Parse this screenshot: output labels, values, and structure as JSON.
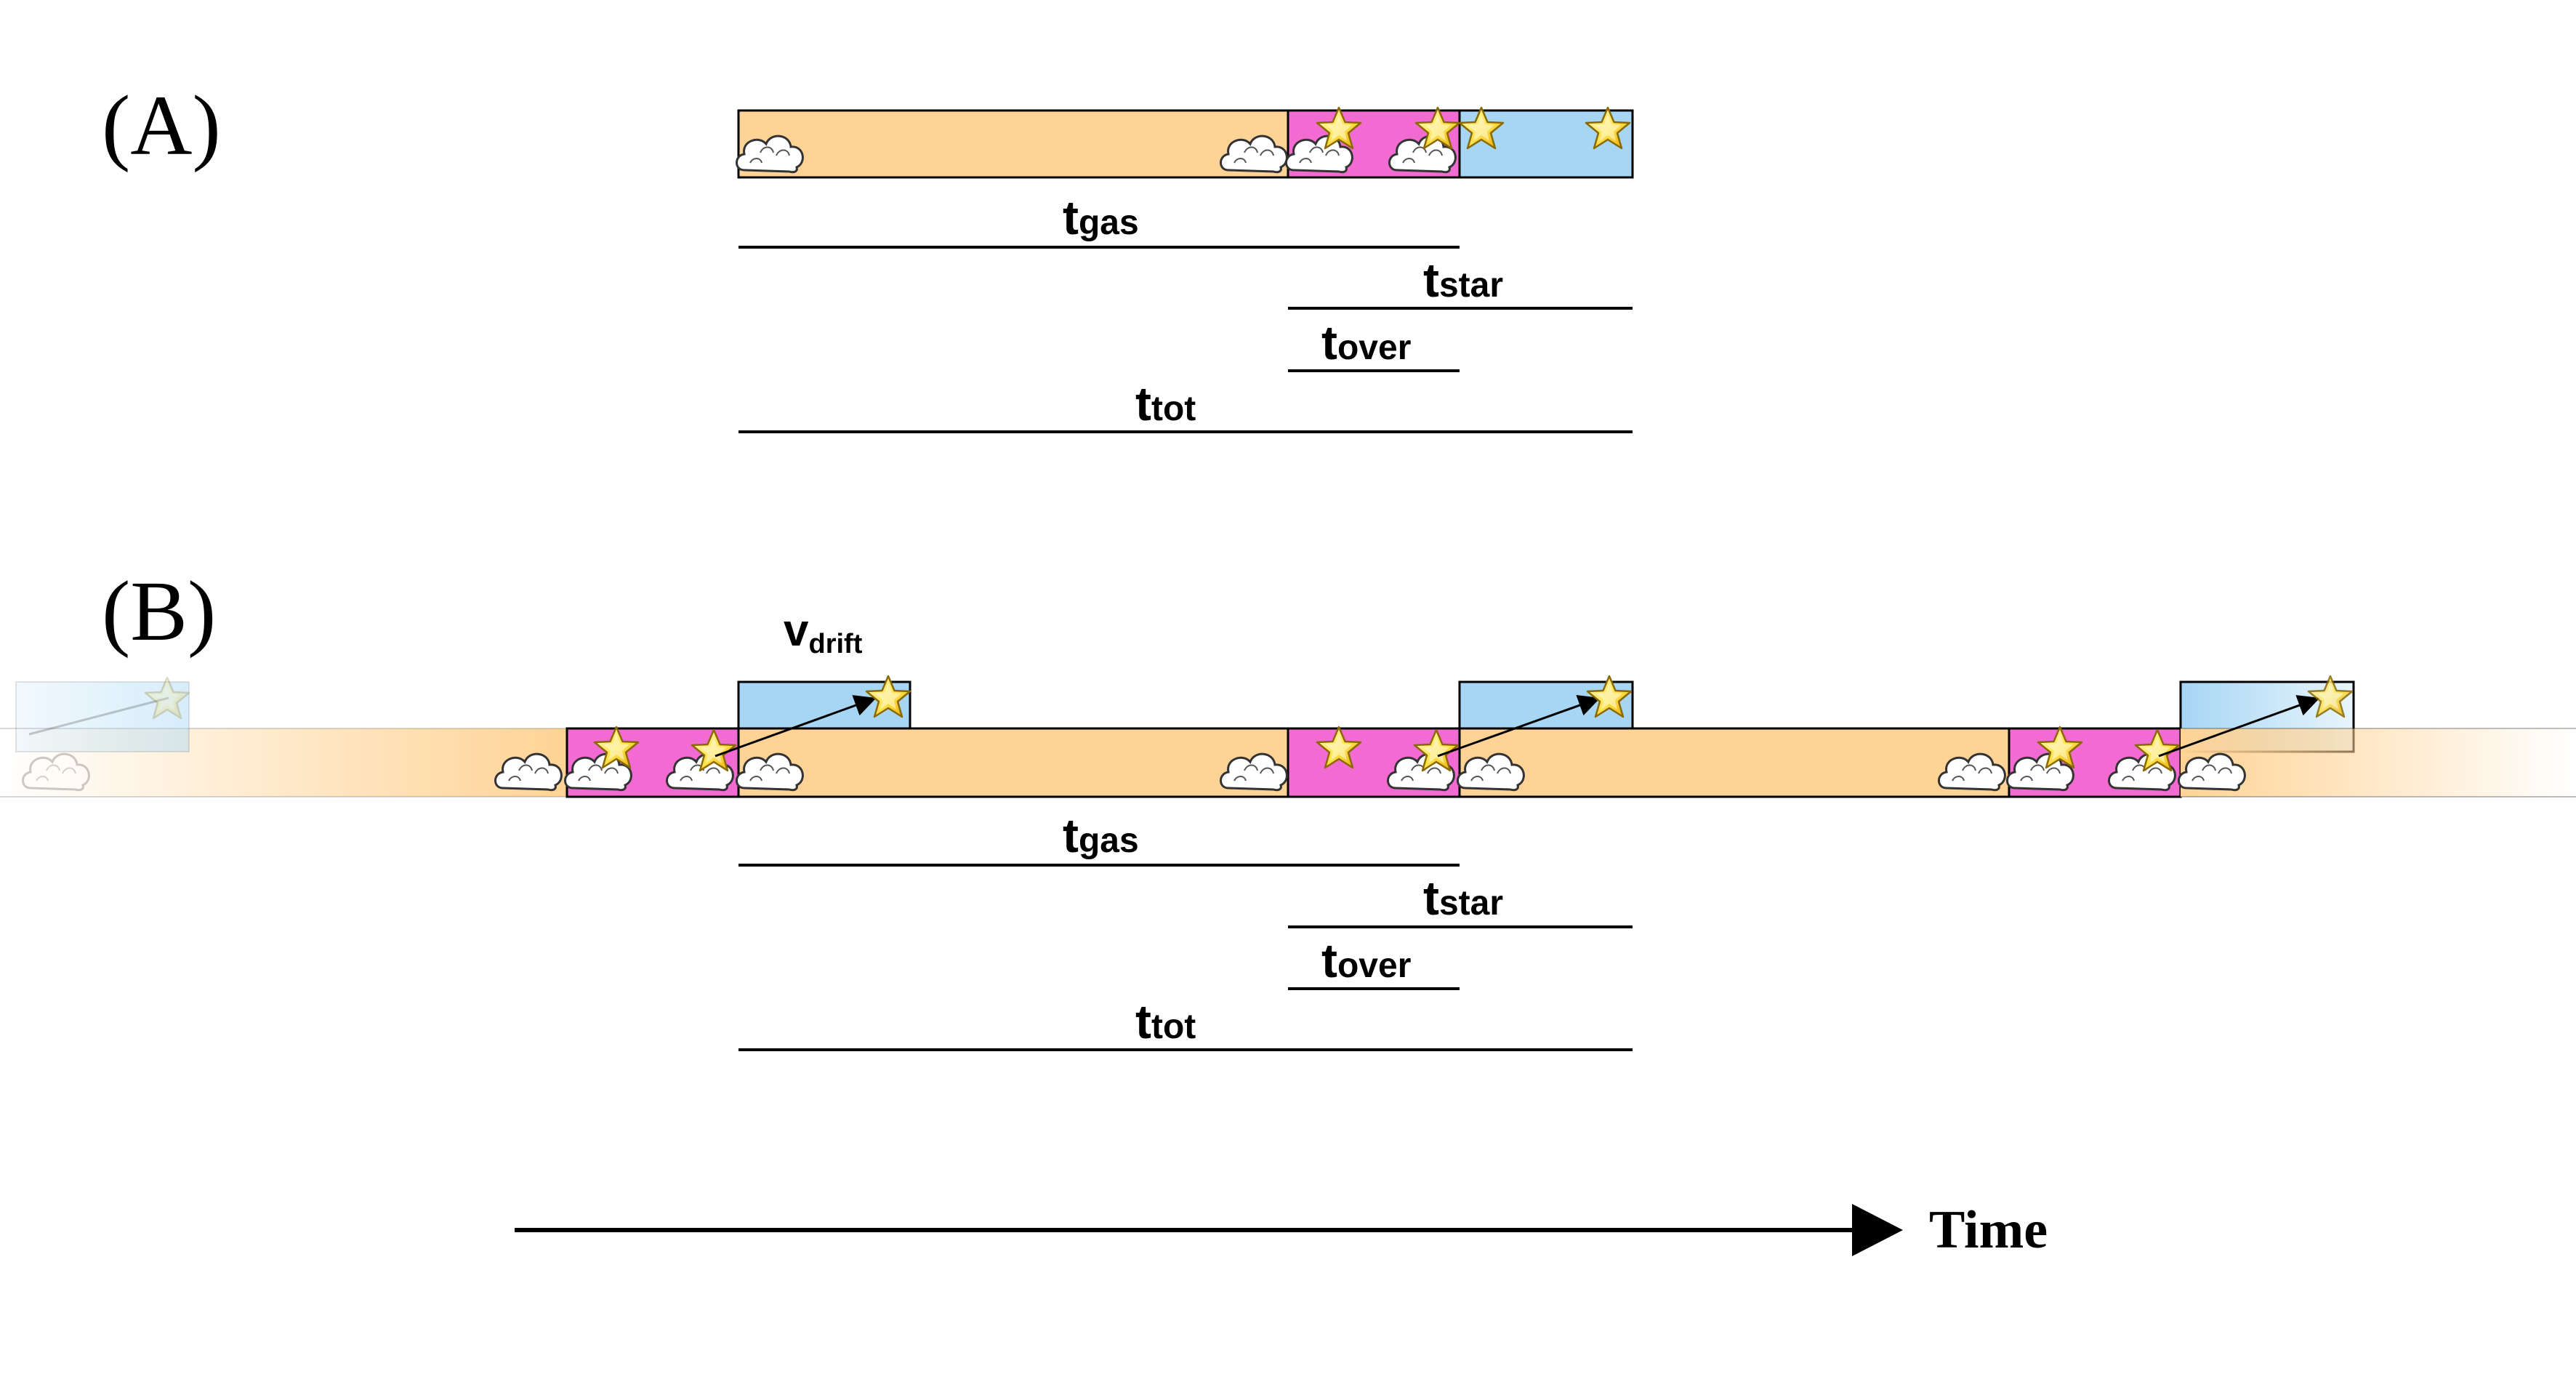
{
  "panels": [
    {
      "label": "(A)",
      "timescales": [
        {
          "main": "t",
          "sub": "gas"
        },
        {
          "main": "t",
          "sub": "star"
        },
        {
          "main": "t",
          "sub": "over"
        },
        {
          "main": "t",
          "sub": "tot"
        }
      ]
    },
    {
      "label": "(B)",
      "drift": {
        "main": "v",
        "sub": "drift"
      },
      "timescales": [
        {
          "main": "t",
          "sub": "gas"
        },
        {
          "main": "t",
          "sub": "star"
        },
        {
          "main": "t",
          "sub": "over"
        },
        {
          "main": "t",
          "sub": "tot"
        }
      ]
    }
  ],
  "axis": {
    "label": "Time"
  },
  "colors": {
    "gas_phase": "#ffd395",
    "overlap_phase": "#f26bd2",
    "star_phase": "#a6d6f4",
    "line": "#000000"
  },
  "icons": [
    "cloud-icon",
    "star-icon",
    "arrow-icon"
  ]
}
